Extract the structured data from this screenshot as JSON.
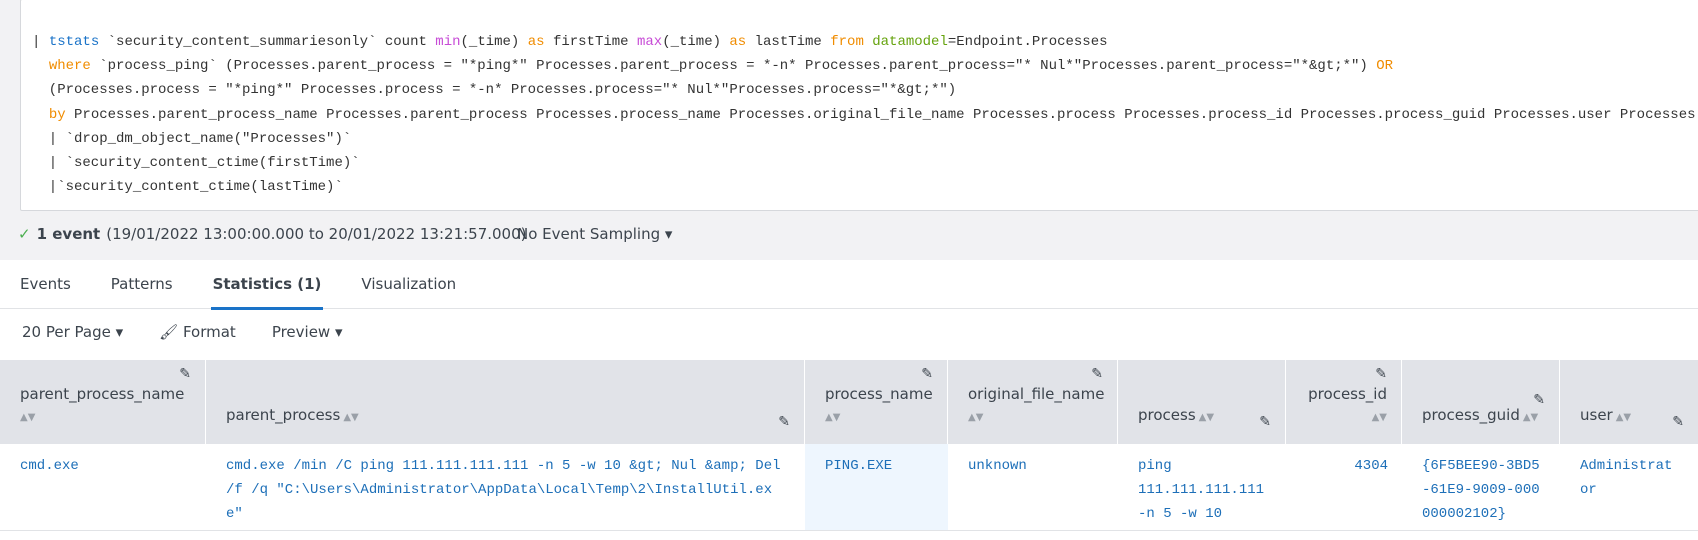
{
  "query": {
    "lines": [
      [
        [
          "| ",
          ""
        ],
        [
          "tstats",
          "kb"
        ],
        [
          " `security_content_summariesonly` count ",
          ""
        ],
        [
          "min",
          "km"
        ],
        [
          "(_time) ",
          ""
        ],
        [
          "as",
          "ko"
        ],
        [
          " firstTime ",
          ""
        ],
        [
          "max",
          "km"
        ],
        [
          "(_time) ",
          ""
        ],
        [
          "as",
          "ko"
        ],
        [
          " lastTime ",
          ""
        ],
        [
          "from",
          "ko"
        ],
        [
          " ",
          ""
        ],
        [
          "datamodel",
          "kg"
        ],
        [
          "=Endpoint.Processes",
          ""
        ]
      ],
      [
        [
          "  ",
          ""
        ],
        [
          "where",
          "ko"
        ],
        [
          " `process_ping` (Processes.parent_process = \"*ping*\" Processes.parent_process = *-n* Processes.parent_process=\"* Nul*\"Processes.parent_process=\"*&gt;*\") ",
          ""
        ],
        [
          "OR",
          "ko"
        ]
      ],
      [
        [
          "  (Processes.process = \"*ping*\" Processes.process = *-n* Processes.process=\"* Nul*\"Processes.process=\"*&gt;*\")",
          ""
        ]
      ],
      [
        [
          "  ",
          ""
        ],
        [
          "by",
          "ko"
        ],
        [
          " Processes.parent_process_name Processes.parent_process Processes.process_name Processes.original_file_name Processes.process Processes.process_id Processes.process_guid Processes.user Processes.",
          ""
        ]
      ],
      [
        [
          "  | `drop_dm_object_name(\"Processes\")`",
          ""
        ]
      ],
      [
        [
          "  | `security_content_ctime(firstTime)`",
          ""
        ]
      ],
      [
        [
          "  |`security_content_ctime(lastTime)`",
          ""
        ]
      ]
    ]
  },
  "status": {
    "check_icon": "✓",
    "count": "1 event",
    "range": "(19/01/2022 13:00:00.000 to 20/01/2022 13:21:57.000)",
    "sampling": "No Event Sampling ▾"
  },
  "tabs": [
    "Events",
    "Patterns",
    "Statistics (1)",
    "Visualization"
  ],
  "toolbar": {
    "per_page": "20 Per Page ▾",
    "format": "🖌 Format",
    "preview": "Preview ▾"
  },
  "table": {
    "columns": [
      "parent_process_name",
      "parent_process",
      "process_name",
      "original_file_name",
      "process",
      "process_id",
      "process_guid",
      "user"
    ],
    "rows": [
      [
        "cmd.exe",
        "cmd.exe /min /C ping 111.111.111.111 -n 5 -w 10 &gt; Nul &amp; Del /f /q \"C:\\Users\\Administrator\\AppData\\Local\\Temp\\2\\InstallUtil.exe\"",
        "PING.EXE",
        "unknown",
        "ping 111.111.111.111 -n 5 -w 10",
        "4304",
        "{6F5BEE90-3BD5-61E9-9009-000000002102}",
        "Administrator"
      ]
    ]
  }
}
